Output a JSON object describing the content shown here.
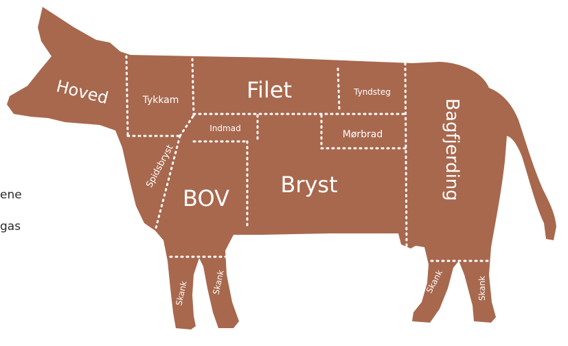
{
  "side_text": [
    "ene",
    "gas"
  ],
  "cow_color": "#a8684e",
  "cut_line_color": "#ffffff",
  "cuts": {
    "hoved": "Hoved",
    "tykkam": "Tykkam",
    "filet": "Filet",
    "tyndsteg": "Tyndsteg",
    "bagfjerding": "Bagfjerding",
    "indmad": "Indmad",
    "morbrad": "Mørbrad",
    "spidsbryst": "Spidsbryst",
    "bov": "BOV",
    "bryst": "Bryst",
    "skank_1": "Skank",
    "skank_2": "Skank",
    "skank_3": "Skank",
    "skank_4": "Skank"
  }
}
